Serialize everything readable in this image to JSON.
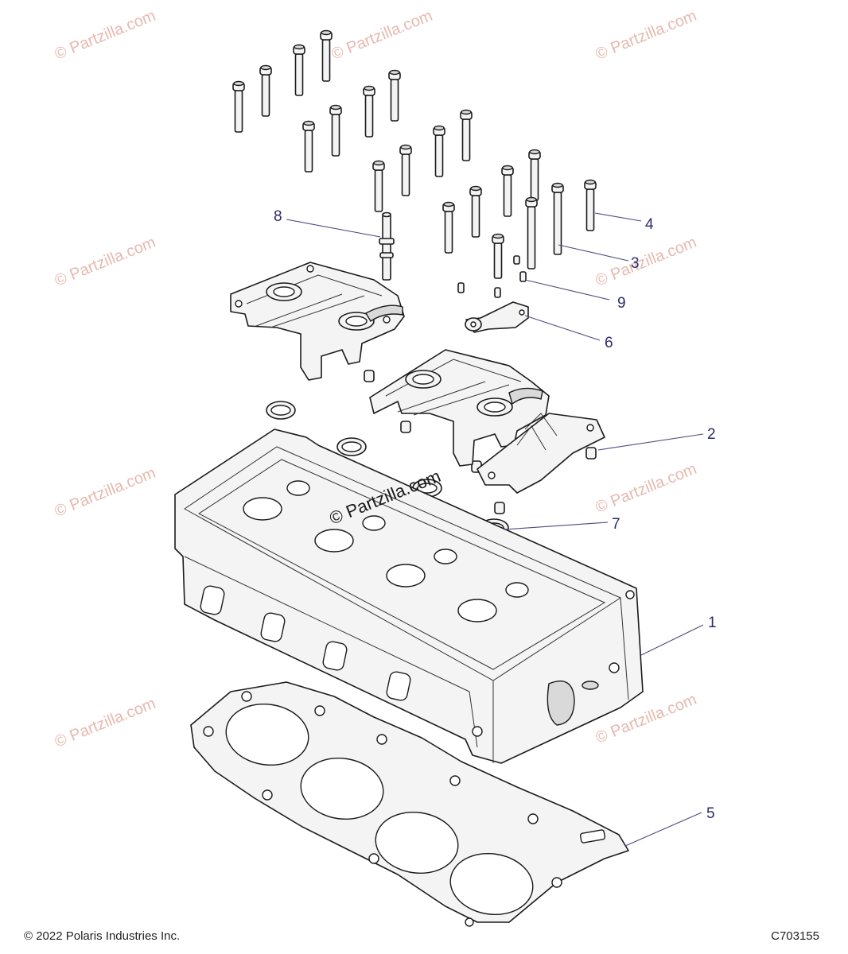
{
  "watermark": "© Partzilla.com",
  "callouts": [
    {
      "id": "1",
      "label": "1"
    },
    {
      "id": "2",
      "label": "2"
    },
    {
      "id": "3",
      "label": "3"
    },
    {
      "id": "4",
      "label": "4"
    },
    {
      "id": "5",
      "label": "5"
    },
    {
      "id": "6",
      "label": "6"
    },
    {
      "id": "7",
      "label": "7"
    },
    {
      "id": "8",
      "label": "8"
    },
    {
      "id": "9",
      "label": "9"
    }
  ],
  "footer": {
    "copyright": "© 2022 Polaris Industries Inc.",
    "code": "C703155"
  },
  "colors": {
    "callout": "#2b2b6e",
    "watermark": "#e6b9b0",
    "line": "#1a1a1a"
  }
}
